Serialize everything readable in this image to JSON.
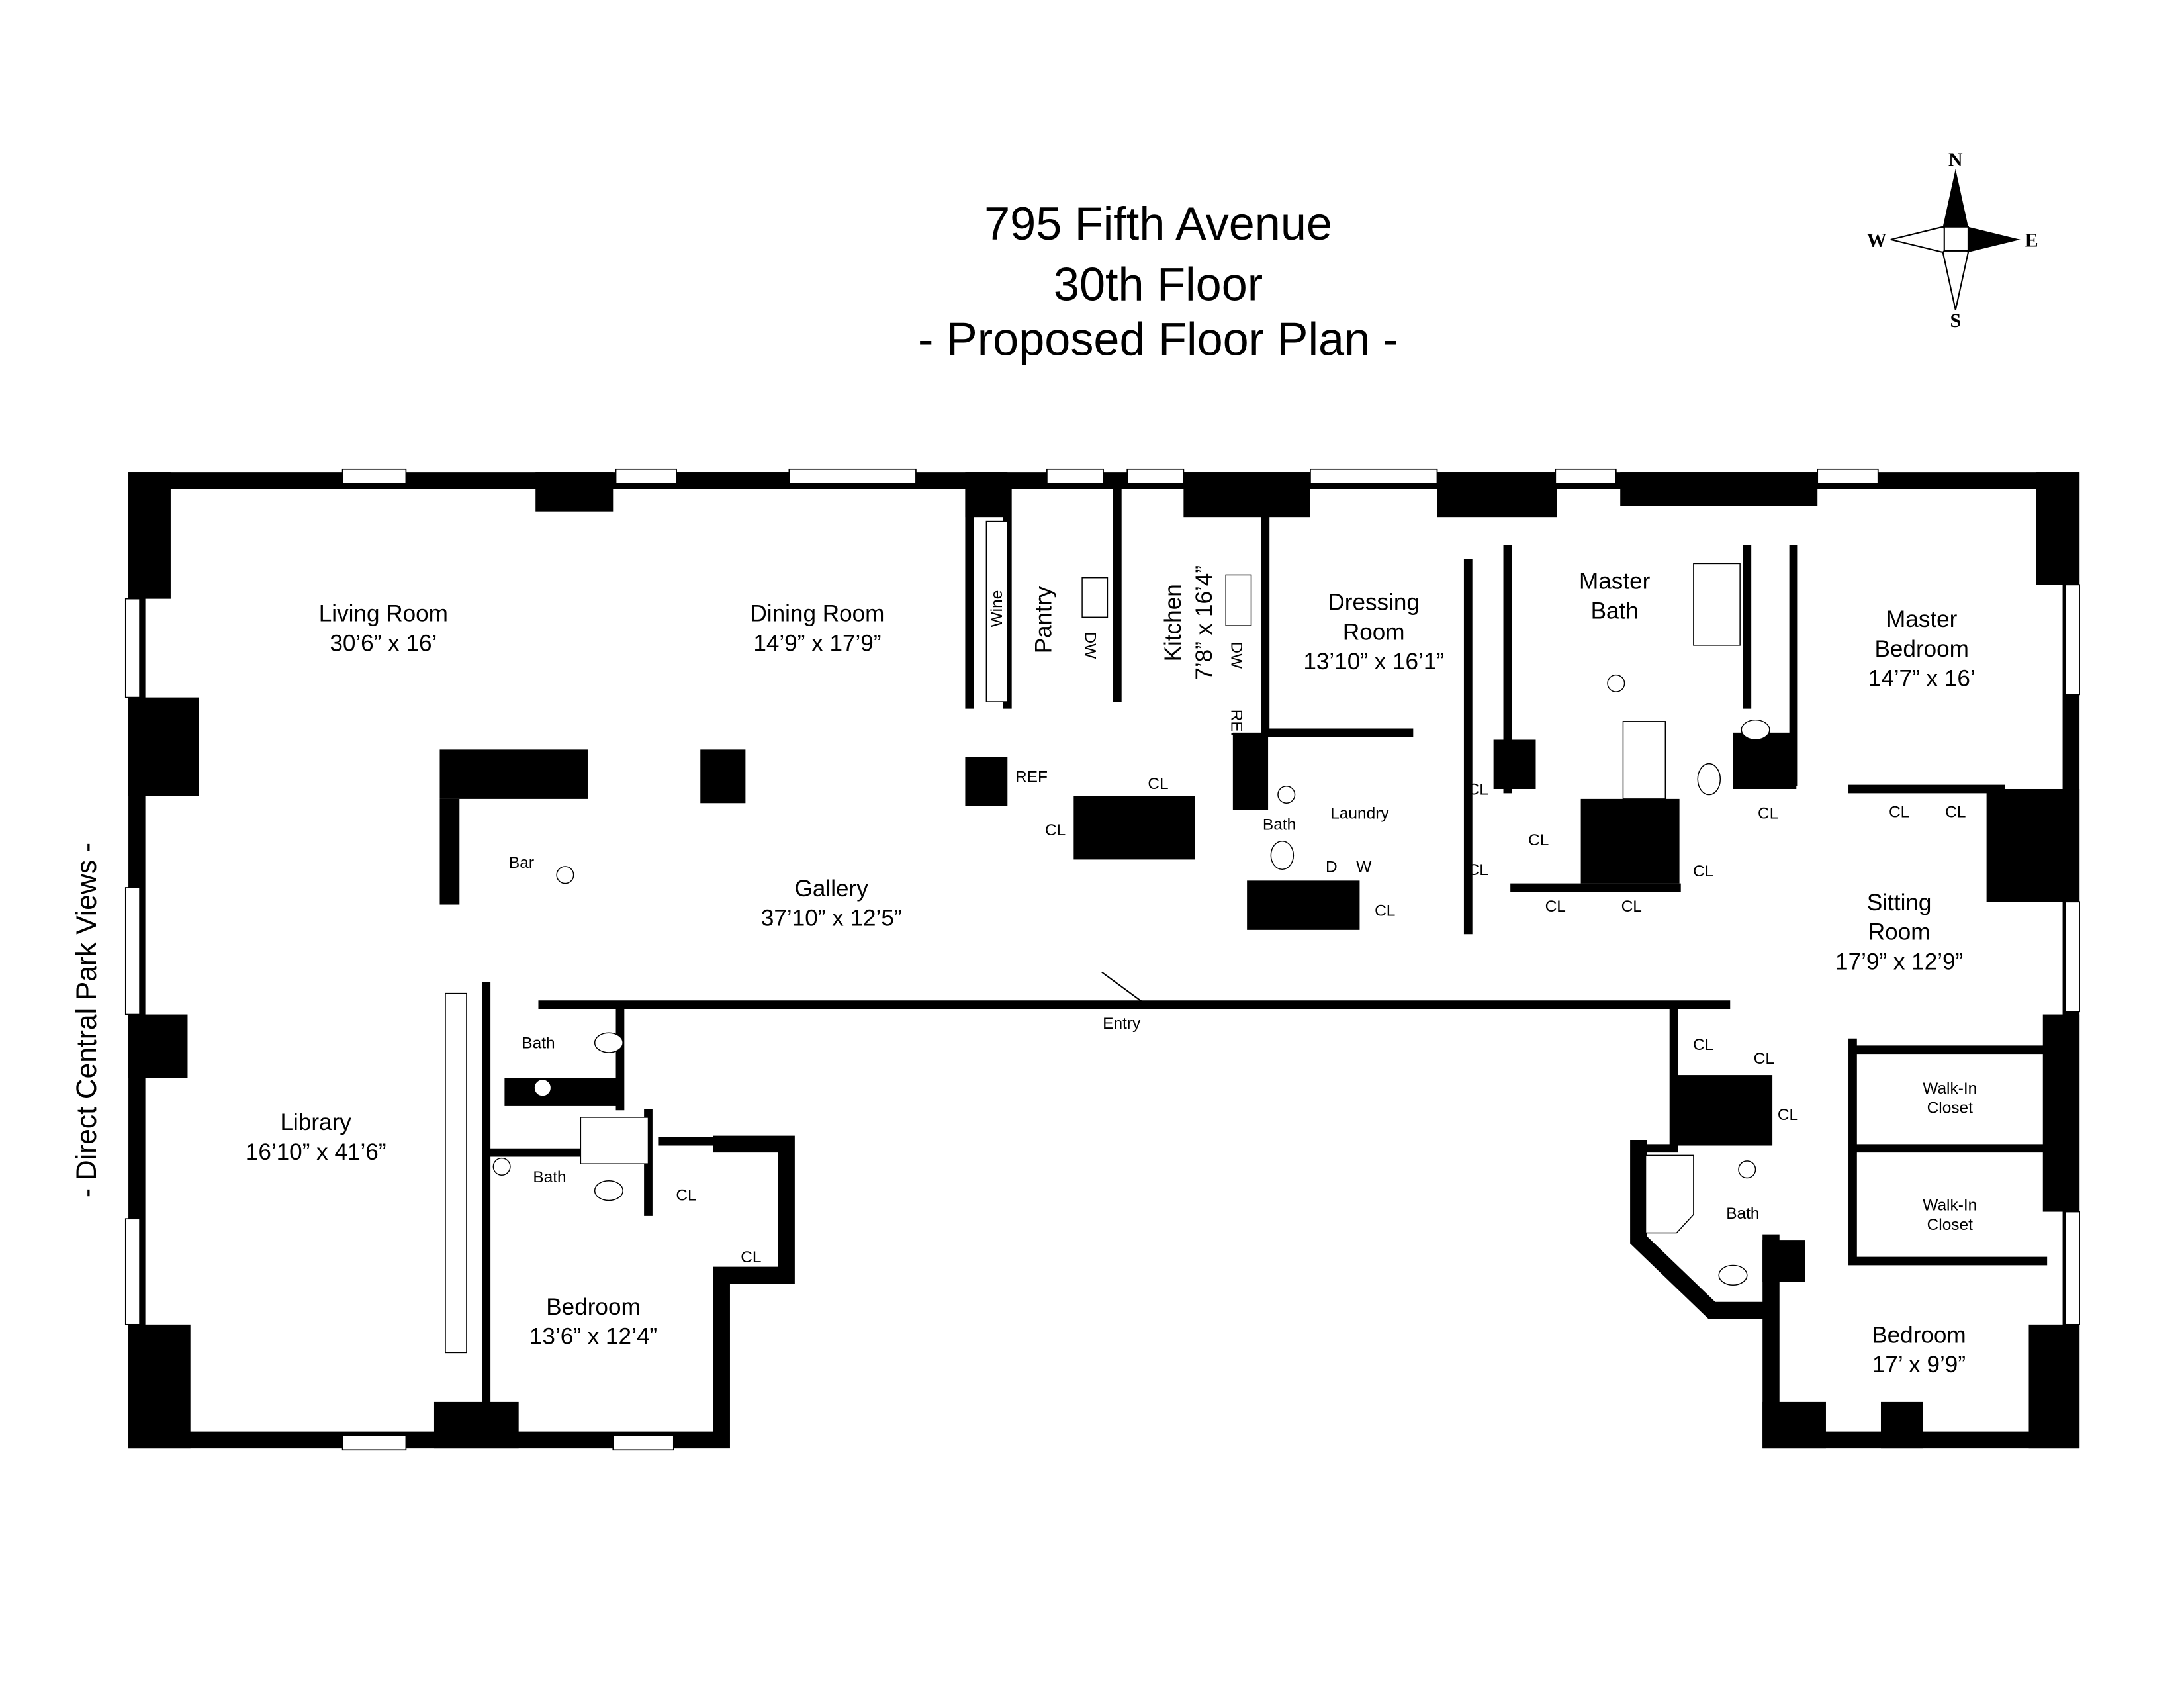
{
  "header": {
    "address": "795 Fifth Avenue",
    "floor": "30th Floor",
    "subtitle": "- Proposed Floor Plan -"
  },
  "compass": {
    "n": "N",
    "s": "S",
    "e": "E",
    "w": "W"
  },
  "side_note": "- Direct Central Park Views -",
  "rooms": {
    "living": {
      "name": "Living Room",
      "dims": "30’6” x 16’"
    },
    "dining": {
      "name": "Dining Room",
      "dims": "14’9” x 17’9”"
    },
    "pantry": {
      "name": "Pantry"
    },
    "wine": {
      "name": "Wine"
    },
    "kitchen": {
      "name": "Kitchen",
      "dims": "7’8” x 16’4”"
    },
    "dressing": {
      "name1": "Dressing",
      "name2": "Room",
      "dims": "13’10” x 16’1”"
    },
    "master_bath": {
      "name1": "Master",
      "name2": "Bath"
    },
    "master_bedroom": {
      "name1": "Master",
      "name2": "Bedroom",
      "dims": "14’7” x 16’"
    },
    "gallery": {
      "name": "Gallery",
      "dims": "37’10” x 12’5”"
    },
    "bar": {
      "name": "Bar"
    },
    "laundry": {
      "name": "Laundry"
    },
    "sitting": {
      "name1": "Sitting",
      "name2": "Room",
      "dims": "17’9” x 12’9”"
    },
    "library": {
      "name": "Library",
      "dims": "16’10” x 41’6”"
    },
    "bedroom1": {
      "name": "Bedroom",
      "dims": "13’6” x 12’4”"
    },
    "bedroom2": {
      "name": "Bedroom",
      "dims": "17’ x 9’9”"
    },
    "walkin1": {
      "name1": "Walk-In",
      "name2": "Closet"
    },
    "walkin2": {
      "name1": "Walk-In",
      "name2": "Closet"
    }
  },
  "labels": {
    "cl": "CL",
    "bath": "Bath",
    "dw": "DW",
    "ref": "REF",
    "dryer": "D",
    "washer": "W",
    "entry": "Entry"
  }
}
